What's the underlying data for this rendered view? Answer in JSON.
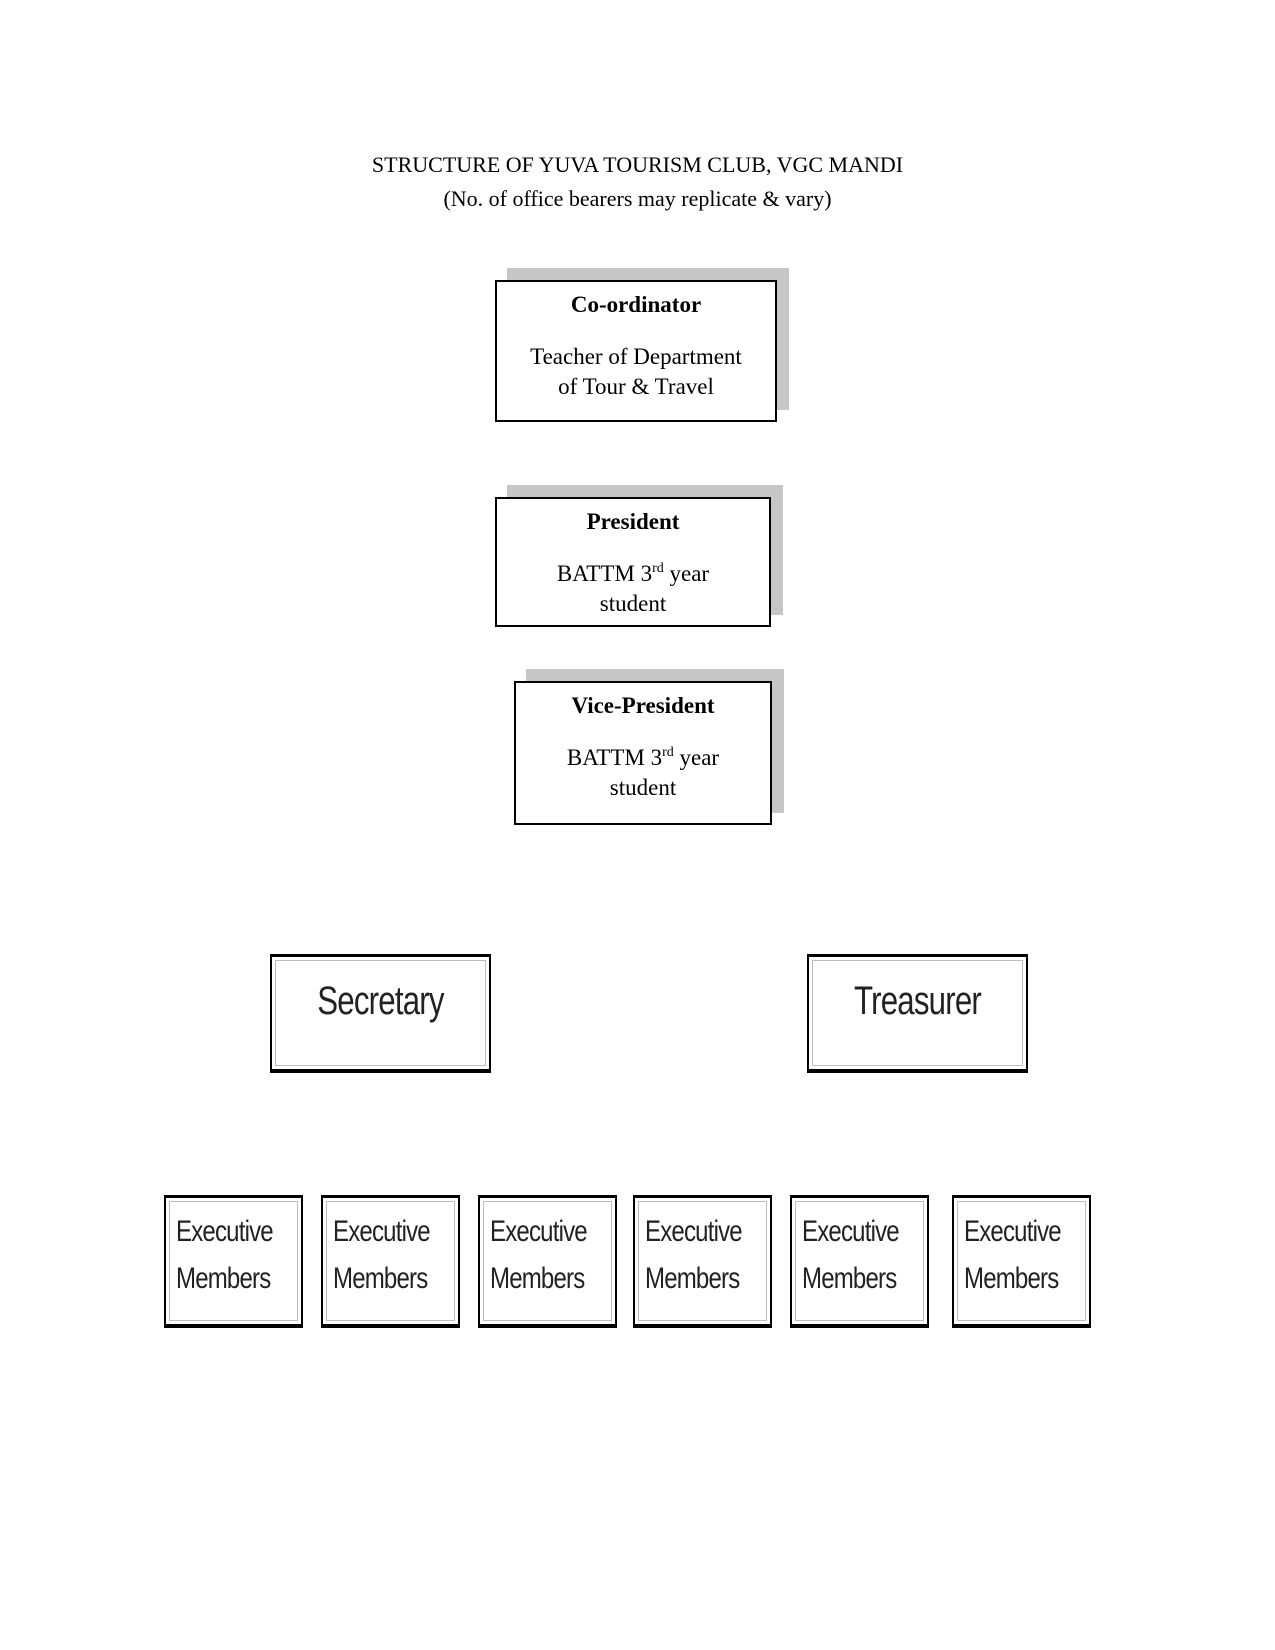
{
  "document": {
    "title": "STRUCTURE OF YUVA TOURISM CLUB, VGC MANDI",
    "subtitle": "(No. of office bearers may replicate & vary)"
  },
  "roles": {
    "coordinator": {
      "name": "Co-ordinator",
      "desc_line1": "Teacher of Department",
      "desc_line2": "of Tour & Travel"
    },
    "president": {
      "name": "President",
      "desc_pre": "BATTM 3",
      "desc_sup": "rd",
      "desc_post": " year",
      "desc_line2": "student"
    },
    "vice_president": {
      "name": "Vice-President",
      "desc_pre": "BATTM 3",
      "desc_sup": "rd",
      "desc_post": " year",
      "desc_line2": "student"
    }
  },
  "officers": {
    "secretary": "Secretary",
    "treasurer": "Treasurer"
  },
  "executive_members": [
    {
      "line1": "Executive",
      "line2": "Members"
    },
    {
      "line1": "Executive",
      "line2": "Members"
    },
    {
      "line1": "Executive",
      "line2": "Members"
    },
    {
      "line1": "Executive",
      "line2": "Members"
    },
    {
      "line1": "Executive",
      "line2": "Members"
    },
    {
      "line1": "Executive",
      "line2": "Members"
    }
  ]
}
